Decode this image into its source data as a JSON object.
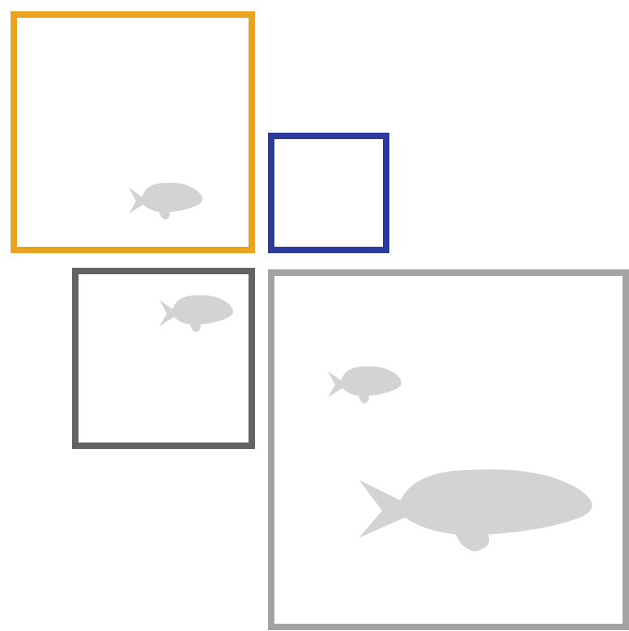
{
  "figure": {
    "panels": [
      {
        "id": "orange",
        "border_color": "#E8A421",
        "fish_count": 1
      },
      {
        "id": "blue",
        "border_color": "#2B3A9B",
        "fish_count": 0
      },
      {
        "id": "dark-gray",
        "border_color": "#636363",
        "fish_count": 1
      },
      {
        "id": "light-gray",
        "border_color": "#A3A3A3",
        "fish_count": 2
      }
    ],
    "fish_color": "#D3D3D3"
  }
}
